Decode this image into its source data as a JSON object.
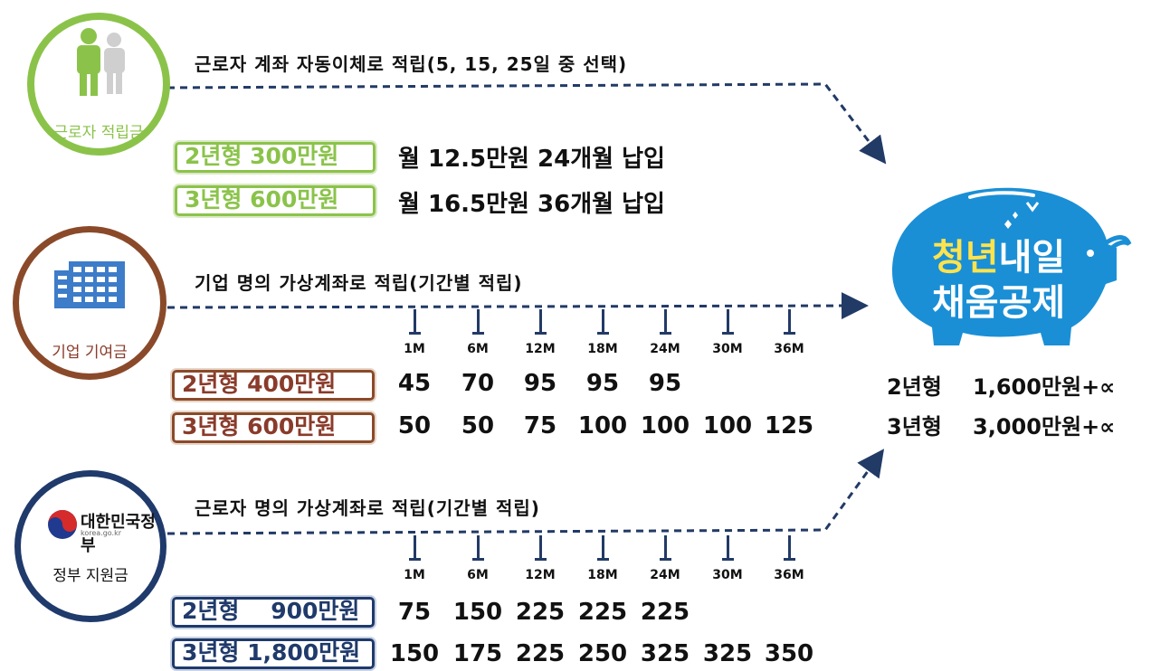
{
  "worker": {
    "caption": "근로자 적립금",
    "title": "근로자 계좌 자동이체로 적립(5, 15, 25일 중 선택)",
    "plans": [
      {
        "label": "2년형 300만원",
        "monthly": "월 12.5만원 24개월 납입"
      },
      {
        "label": "3년형 600만원",
        "monthly": "월 16.5만원 36개월 납입"
      }
    ]
  },
  "company": {
    "caption": "기업 기여금",
    "title": "기업 명의 가상계좌로 적립(기간별 적립)",
    "months": [
      "1M",
      "6M",
      "12M",
      "18M",
      "24M",
      "30M",
      "36M"
    ],
    "plans": [
      {
        "label": "2년형 400만원",
        "values": [
          "45",
          "70",
          "95",
          "95",
          "95"
        ]
      },
      {
        "label": "3년형 600만원",
        "values": [
          "50",
          "50",
          "75",
          "100",
          "100",
          "100",
          "125"
        ]
      }
    ]
  },
  "government": {
    "logo_text": "대한민국정부",
    "logo_sub": "korea.go.kr",
    "caption": "정부 지원금",
    "title": "근로자 명의 가상계좌로 적립(기간별 적립)",
    "months": [
      "1M",
      "6M",
      "12M",
      "18M",
      "24M",
      "30M",
      "36M"
    ],
    "plans": [
      {
        "label": "2년형    900만원",
        "values": [
          "75",
          "150",
          "225",
          "225",
          "225"
        ]
      },
      {
        "label": "3년형 1,800만원",
        "values": [
          "150",
          "175",
          "225",
          "250",
          "325",
          "325",
          "350"
        ]
      }
    ]
  },
  "piggy": {
    "line1_a": "청년",
    "line1_b": "내일",
    "line2": "채움공제",
    "color": "#1a8fd6"
  },
  "totals": [
    {
      "type": "2년형",
      "amount": "1,600만원+∝"
    },
    {
      "type": "3년형",
      "amount": "3,000만원+∝"
    }
  ]
}
